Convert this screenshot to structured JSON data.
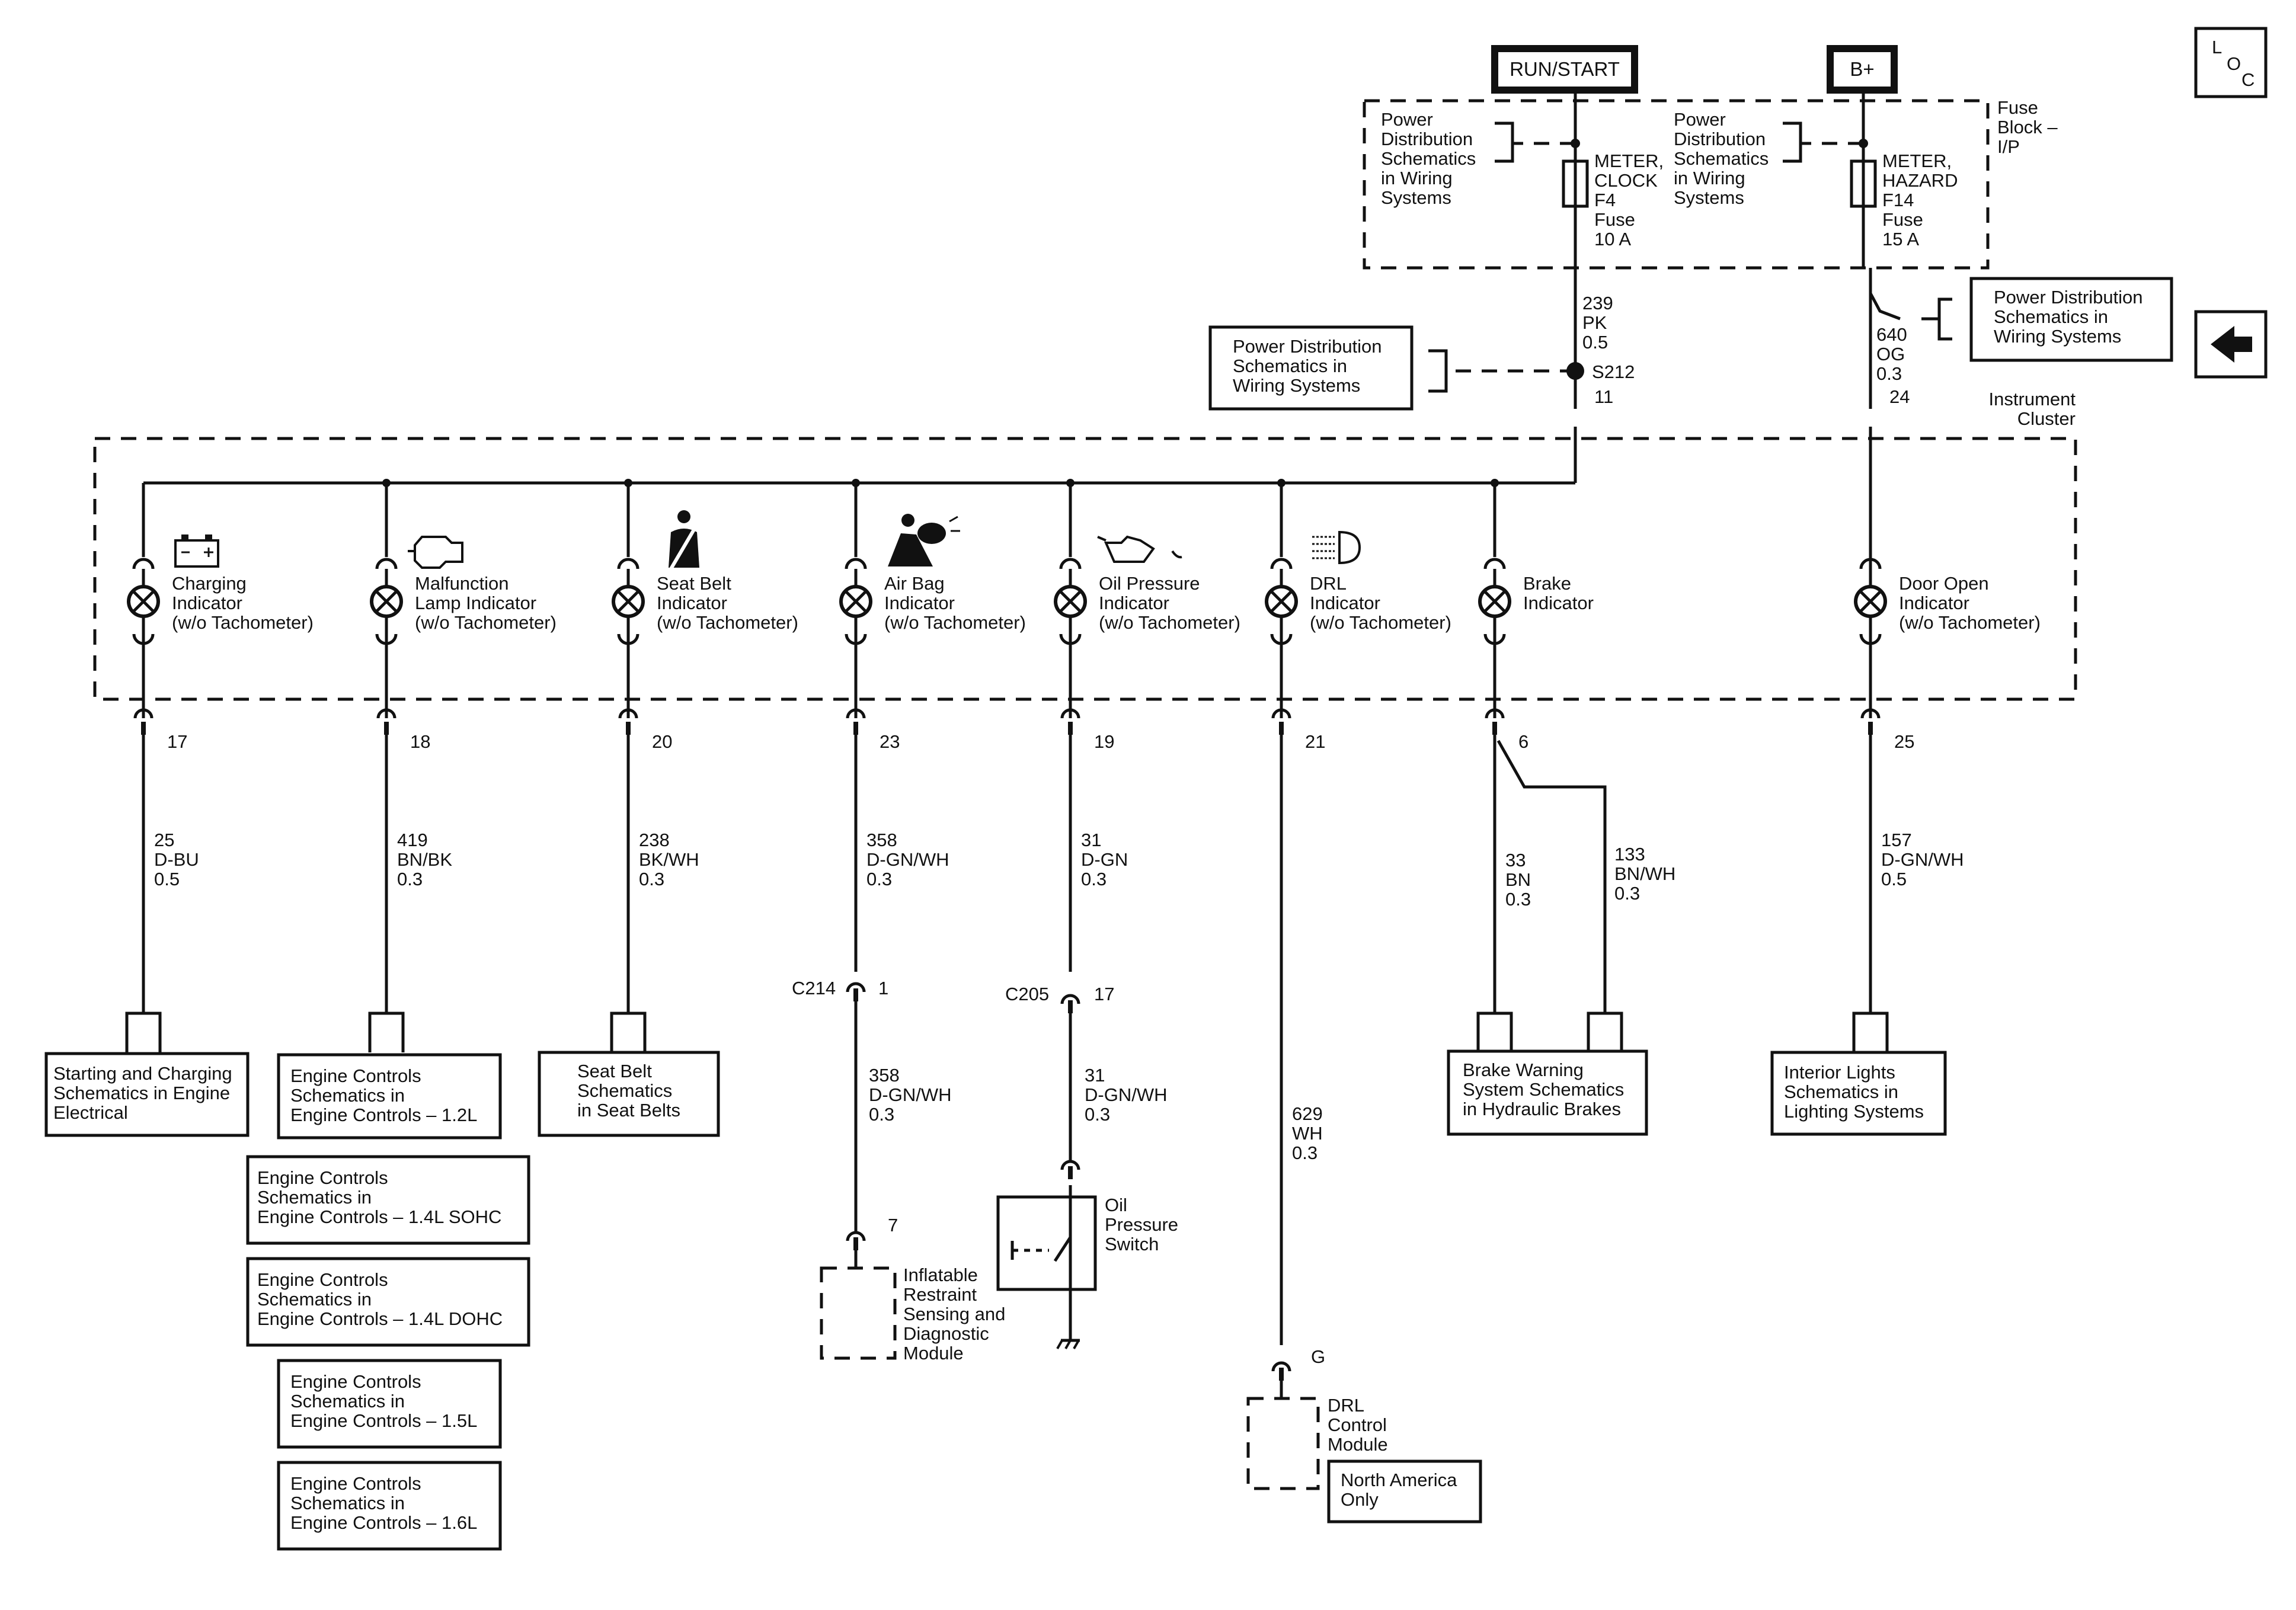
{
  "supplies": [
    {
      "label": "RUN/START"
    },
    {
      "label": "B+"
    }
  ],
  "loc_badge": [
    "L",
    "O",
    "C"
  ],
  "fuse_block": {
    "label": [
      "Fuse",
      "Block –",
      "I/P"
    ],
    "fuses": [
      {
        "lines": [
          "METER,",
          "CLOCK",
          "F4",
          "Fuse",
          "10 A"
        ]
      },
      {
        "lines": [
          "METER,",
          "HAZARD",
          "F14",
          "Fuse",
          "15 A"
        ]
      }
    ],
    "pd_refs": [
      [
        "Power",
        "Distribution",
        "Schematics",
        "in Wiring",
        "Systems"
      ],
      [
        "Power",
        "Distribution",
        "Schematics",
        "in Wiring",
        "Systems"
      ]
    ]
  },
  "feed_wires": [
    [
      "239",
      "PK",
      "0.5"
    ],
    [
      "640",
      "OG",
      "0.3"
    ]
  ],
  "splice": {
    "label": "S212"
  },
  "pd_boxes": [
    [
      "Power Distribution",
      "Schematics in",
      "Wiring Systems"
    ],
    [
      "Power Distribution",
      "Schematics in",
      "Wiring Systems"
    ]
  ],
  "cluster": {
    "label": [
      "Instrument",
      "Cluster"
    ],
    "feed_pins": [
      "11",
      "24"
    ]
  },
  "indicators": [
    {
      "icon": "battery-icon",
      "label": [
        "Charging",
        "Indicator",
        "(w/o Tachometer)"
      ],
      "pin": "17",
      "wire": [
        "25",
        "D-BU",
        "0.5"
      ]
    },
    {
      "icon": "engine-icon",
      "label": [
        "Malfunction",
        "Lamp Indicator",
        "(w/o Tachometer)"
      ],
      "pin": "18",
      "wire": [
        "419",
        "BN/BK",
        "0.3"
      ]
    },
    {
      "icon": "seat-belt-icon",
      "label": [
        "Seat Belt",
        "Indicator",
        "(w/o Tachometer)"
      ],
      "pin": "20",
      "wire": [
        "238",
        "BK/WH",
        "0.3"
      ]
    },
    {
      "icon": "air-bag-icon",
      "label": [
        "Air Bag",
        "Indicator",
        "(w/o Tachometer)"
      ],
      "pin": "23",
      "wire": [
        "358",
        "D-GN/WH",
        "0.3"
      ]
    },
    {
      "icon": "oil-can-icon",
      "label": [
        "Oil Pressure",
        "Indicator",
        "(w/o Tachometer)"
      ],
      "pin": "19",
      "wire": [
        "31",
        "D-GN",
        "0.3"
      ]
    },
    {
      "icon": "headlamp-icon",
      "label": [
        "DRL",
        "Indicator",
        "(w/o Tachometer)"
      ],
      "pin": "21",
      "wire": [
        "629",
        "WH",
        "0.3"
      ]
    },
    {
      "icon": "",
      "label": [
        "Brake",
        "Indicator"
      ],
      "pin": "6",
      "wire": [
        "33",
        "BN",
        "0.3"
      ]
    },
    {
      "icon": "",
      "label": [
        "Door Open",
        "Indicator",
        "(w/o Tachometer)"
      ],
      "pin": "25",
      "wire": [
        "157",
        "D-GN/WH",
        "0.5"
      ]
    }
  ],
  "brake_branch_wire": [
    "133",
    "BN/WH",
    "0.3"
  ],
  "connectors": [
    {
      "name": "C214",
      "pin": "1",
      "wire": [
        "358",
        "D-GN/WH",
        "0.3"
      ]
    },
    {
      "name": "C205",
      "pin": "17",
      "wire": [
        "31",
        "D-GN/WH",
        "0.3"
      ]
    }
  ],
  "airbag_module": {
    "pin": "7",
    "label": [
      "Inflatable",
      "Restraint",
      "Sensing and",
      "Diagnostic",
      "Module"
    ]
  },
  "oil_switch": {
    "label": [
      "Oil",
      "Pressure",
      "Switch"
    ]
  },
  "drl_module": {
    "pin": "G",
    "label": [
      "DRL",
      "Control",
      "Module"
    ],
    "note": [
      "North America",
      "Only"
    ]
  },
  "ref_boxes": {
    "charging": [
      "Starting and Charging",
      "Schematics in Engine",
      "Electrical"
    ],
    "engine": [
      [
        "Engine Controls",
        "Schematics in",
        "Engine Controls – 1.2L"
      ],
      [
        "Engine Controls",
        "Schematics in",
        "Engine Controls – 1.4L SOHC"
      ],
      [
        "Engine Controls",
        "Schematics in",
        "Engine Controls – 1.4L DOHC"
      ],
      [
        "Engine Controls",
        "Schematics in",
        "Engine Controls – 1.5L"
      ],
      [
        "Engine Controls",
        "Schematics in",
        "Engine Controls – 1.6L"
      ]
    ],
    "seat_belt": [
      "Seat Belt",
      "Schematics",
      "in Seat Belts"
    ],
    "brake": [
      "Brake Warning",
      "System Schematics",
      "in Hydraulic Brakes"
    ],
    "interior": [
      "Interior Lights",
      "Schematics in",
      "Lighting Systems"
    ]
  }
}
